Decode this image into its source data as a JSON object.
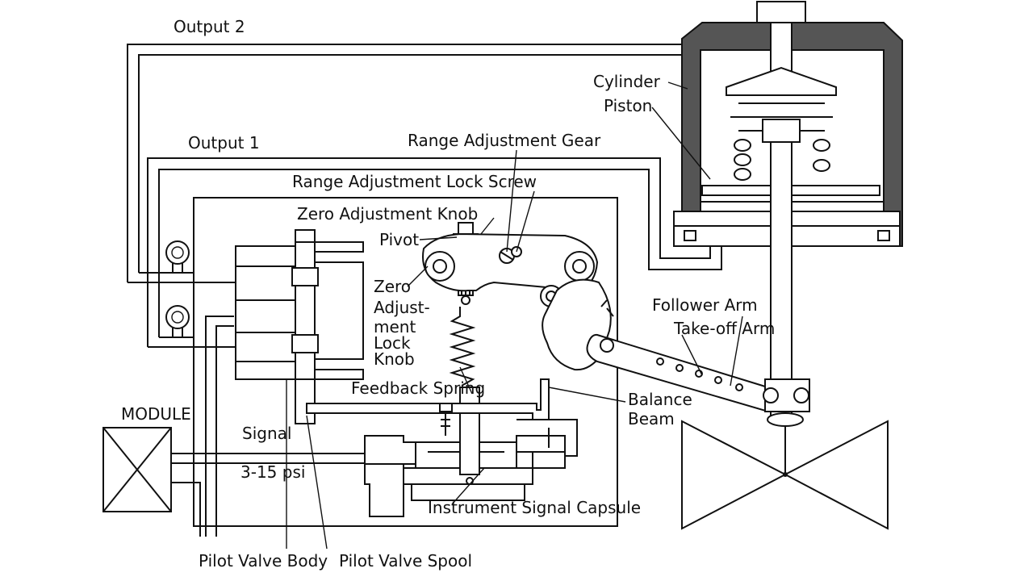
{
  "labels": {
    "output_2": "Output 2",
    "output_1": "Output 1",
    "cylinder": "Cylinder",
    "piston": "Piston",
    "range_adjustment_gear": "Range Adjustment Gear",
    "range_adjustment_lock_screw": "Range Adjustment Lock Screw",
    "zero_adjustment_knob": "Zero Adjustment Knob",
    "pivot": "Pivot",
    "zero_lock_knob_lines": [
      "Zero",
      "Adjust-",
      "ment",
      "Lock",
      "Knob"
    ],
    "follower_arm": "Follower Arm",
    "take_off_arm": "Take-off Arm",
    "feedback_spring": "Feedback Spring",
    "balance_beam_lines": [
      "Balance",
      "Beam"
    ],
    "module": "MODULE",
    "signal": "Signal",
    "signal_range": "3-15 psi",
    "instrument_signal_capsule": "Instrument Signal Capsule",
    "pilot_valve_body": "Pilot Valve Body",
    "pilot_valve_spool": "Pilot Valve Spool"
  },
  "colors": {
    "line": "#111111",
    "cylinder_wall": "#555555",
    "background": "#ffffff"
  }
}
